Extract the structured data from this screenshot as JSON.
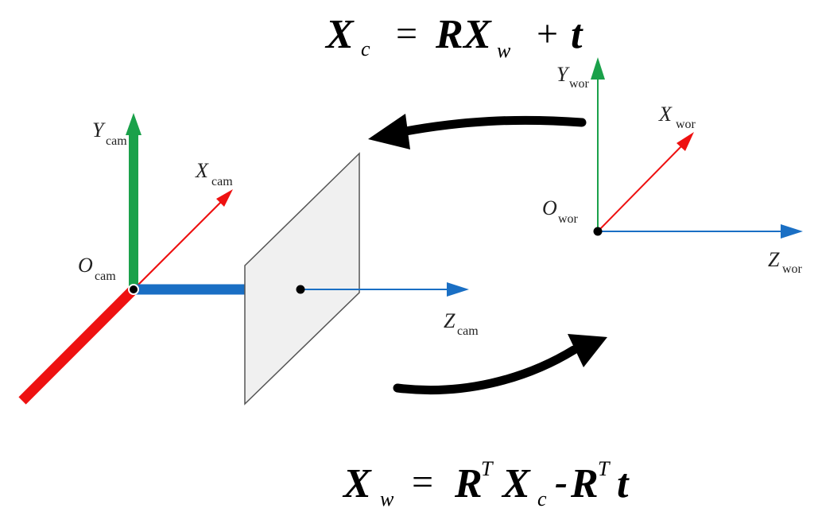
{
  "equations": {
    "top": {
      "lhs_main": "X",
      "lhs_sub": "c",
      "eq": "=",
      "r": "R",
      "x": "X",
      "x_sub": "w",
      "plus": "+",
      "t": "t"
    },
    "bottom": {
      "lhs_main": "X",
      "lhs_sub": "w",
      "eq": "=",
      "r1": "R",
      "r1_sup": "T",
      "x": "X",
      "x_sub": "c",
      "minus": "-",
      "r2": "R",
      "r2_sup": "T",
      "t": "t"
    }
  },
  "camera_frame": {
    "y_label": "Y",
    "y_sub": "cam",
    "x_label": "X",
    "x_sub": "cam",
    "origin_label": "O",
    "origin_sub": "cam",
    "z_label": "Z",
    "z_sub": "cam"
  },
  "world_frame": {
    "y_label": "Y",
    "y_sub": "wor",
    "x_label": "X",
    "x_sub": "wor",
    "origin_label": "O",
    "origin_sub": "wor",
    "z_label": "Z",
    "z_sub": "wor"
  },
  "colors": {
    "y_axis": "#1aa14a",
    "x_axis": "#ee1111",
    "z_axis": "#1a6fc4",
    "image_plane_fill": "#f0f0f0",
    "image_plane_stroke": "#555555",
    "transform_arrow": "#000000"
  }
}
